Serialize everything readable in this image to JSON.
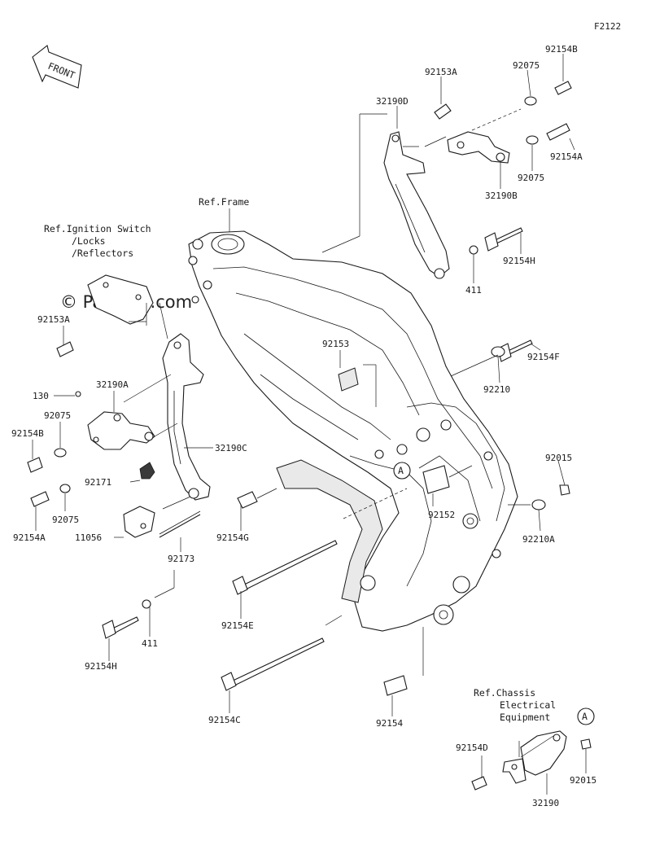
{
  "figure_code": "F2122",
  "front_label": "FRONT",
  "watermark": "© Partzilla.com",
  "refs": {
    "frame": "Ref.Frame",
    "ignition": [
      "Ref.Ignition Switch",
      "/Locks",
      "/Reflectors"
    ],
    "chassis": [
      "Ref.Chassis",
      "Electrical",
      "Equipment"
    ]
  },
  "callout": "A",
  "parts": {
    "p92154B_top": "92154B",
    "p92075_top": "92075",
    "p92153A_top": "92153A",
    "p32190D": "32190D",
    "p92154A_top": "92154A",
    "p92075_mid": "92075",
    "p32190B": "32190B",
    "p92154H_right": "92154H",
    "p411_right": "411",
    "p92153A_left": "92153A",
    "p92153": "92153",
    "p92154F": "92154F",
    "p92210": "92210",
    "p130": "130",
    "p32190A": "32190A",
    "p92075_left": "92075",
    "p92154B_left": "92154B",
    "p32190C": "32190C",
    "p92171": "92171",
    "p92075_left2": "92075",
    "p92154A_left": "92154A",
    "p11056": "11056",
    "p92173": "92173",
    "p92152": "92152",
    "p92154G": "92154G",
    "p92015_right": "92015",
    "p92210A": "92210A",
    "p92154E": "92154E",
    "p411_left": "411",
    "p92154H_left": "92154H",
    "p92154C": "92154C",
    "p92154": "92154",
    "p92154D": "92154D",
    "p92015_bottom": "92015",
    "p32190": "32190"
  }
}
